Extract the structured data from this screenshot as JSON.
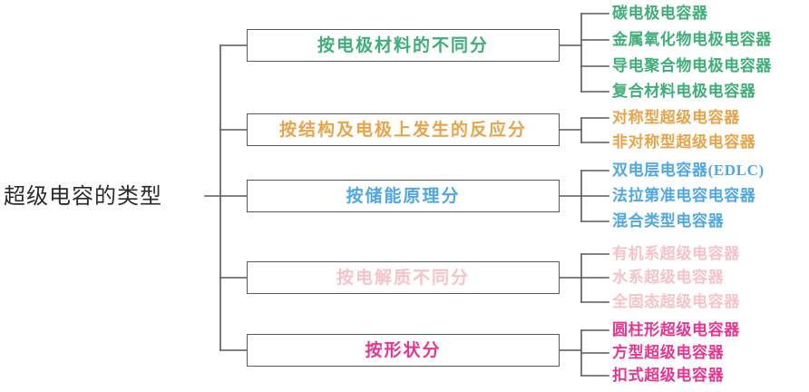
{
  "diagram": {
    "title": "超级电容的类型",
    "type": "mind-map",
    "colors": {
      "line": "#555a5e",
      "root_text": "#2a2a2a",
      "green": "#3fae78",
      "orange": "#e8a44a",
      "blue": "#4fa8e0",
      "pink_light": "#f6c3c8",
      "magenta": "#e8368f"
    },
    "branches": [
      {
        "id": "electrode-material",
        "label": "按电极材料的不同分",
        "color": "#3fae78",
        "leaves": [
          "碳电极电容器",
          "金属氧化物电极电容器",
          "导电聚合物电极电容器",
          "复合材料电极电容器"
        ]
      },
      {
        "id": "structure-reaction",
        "label": "按结构及电极上发生的反应分",
        "color": "#e8a44a",
        "leaves": [
          "对称型超级电容器",
          "非对称型超级电容器"
        ]
      },
      {
        "id": "energy-storage-principle",
        "label": "按储能原理分",
        "color": "#4fa8e0",
        "leaves": [
          "双电层电容器(EDLC)",
          "法拉第准电容电容器",
          "混合类型电容器"
        ]
      },
      {
        "id": "electrolyte",
        "label": "按电解质不同分",
        "color": "#f6c3c8",
        "leaves": [
          "有机系超级电容器",
          "水系超级电容器",
          "全固态超级电容器"
        ]
      },
      {
        "id": "shape",
        "label": "按形状分",
        "color": "#e8368f",
        "leaves": [
          "圆柱形超级电容器",
          "方型超级电容器",
          "扣式超级电容器"
        ]
      }
    ]
  }
}
